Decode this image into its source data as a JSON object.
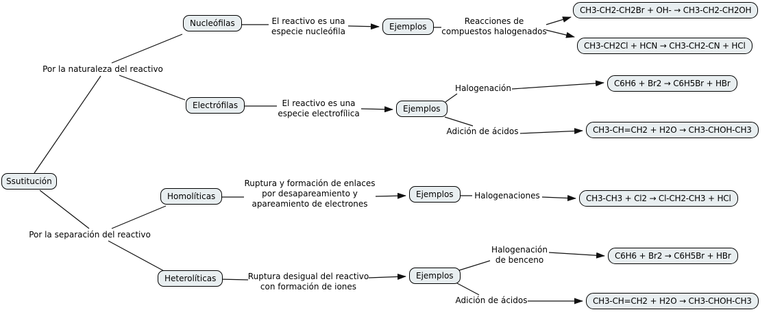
{
  "map": {
    "root": "Ssutitución",
    "branch_nature": {
      "criterion": "Por la naturaleza del reactivo",
      "nucleofilas": {
        "label": "Nucleófilas",
        "description": "El reactivo es una\nespecie nucleófila",
        "ejemplos": "Ejemplos",
        "category": "Reacciones de\ncompuestos halogenados",
        "eq1": "CH3-CH2-CH2Br + OH- → CH3-CH2-CH2OH",
        "eq2": "CH3-CH2Cl + HCN → CH3-CH2-CN + HCl"
      },
      "electrofilas": {
        "label": "Electrófilas",
        "description": "El reactivo es una\nespecie electrofílica",
        "ejemplos": "Ejemplos",
        "halogenacion_label": "Halogenación",
        "halogenacion_eq": "C6H6 + Br2 → C6H5Br + HBr",
        "adicion_label": "Adición de ácidos",
        "adicion_eq": "CH3-CH=CH2 + H2O → CH3-CHOH-CH3"
      }
    },
    "branch_separation": {
      "criterion": "Por la separación del reactivo",
      "homoliticas": {
        "label": "Homolíticas",
        "description": "Ruptura y formación de enlaces\npor desapareamiento y\napareamiento de electrones",
        "ejemplos": "Ejemplos",
        "halogenaciones_label": "Halogenaciones",
        "halogenaciones_eq": "CH3-CH3 + Cl2 → Cl-CH2-CH3 + HCl"
      },
      "heteroliticas": {
        "label": "Heterolíticas",
        "description": "Ruptura desigual del reactivo\ncon formación de iones",
        "ejemplos": "Ejemplos",
        "halogenacion_label": "Halogenación\nde benceno",
        "halogenacion_eq": "C6H6 + Br2 → C6H5Br + HBr",
        "adicion_label": "Adición de ácidos",
        "adicion_eq": "CH3-CH=CH2 + H2O → CH3-CHOH-CH3"
      }
    }
  },
  "colors": {
    "node_fill": "#e8eef0",
    "node_border": "#000000",
    "line": "#111111",
    "background": "#ffffff"
  }
}
